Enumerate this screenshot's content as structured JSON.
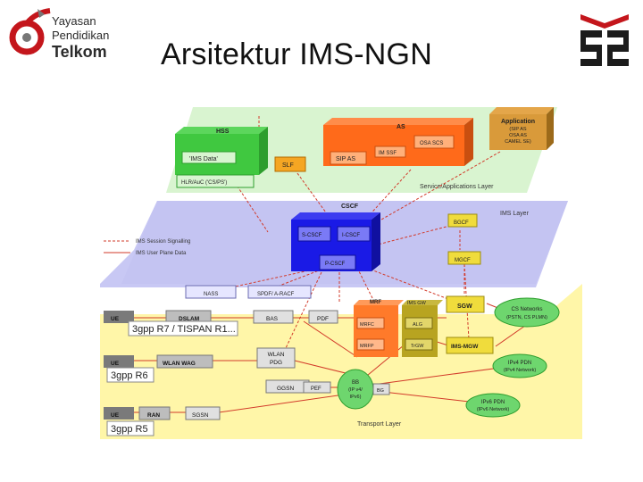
{
  "header": {
    "title": "Arsitektur IMS-NGN",
    "logo_left_lines": [
      "Yayasan",
      "Pendidikan",
      "Telkom"
    ]
  },
  "diagram": {
    "layer_labels": {
      "service": "Service/Applications Layer",
      "ims": "IMS Layer",
      "transport": "Transport Layer"
    },
    "hss": "HSS",
    "hss_data": "'IMS Data'",
    "hlr": "HLR/AuC ('CS/PS')",
    "slf": "SLF",
    "as": "AS",
    "osa_scs": "OSA SCS",
    "im_ssf": "IM SSF",
    "sip_as": "SIP AS",
    "application": [
      "Application",
      "(SIP AS",
      "OSA AS",
      "CAMEL SE)"
    ],
    "cscf": "CSCF",
    "s_cscf": "S-CSCF",
    "i_cscf": "I-CSCF",
    "p_cscf": "P-CSCF",
    "bgcf": "BGCF",
    "mgcf": "MGCF",
    "legend": {
      "signalling": "IMS Session Signalling",
      "user_plane": "IMS User Plane Data"
    },
    "nass": "NASS",
    "spdf": "SPDF/ A-RACF",
    "mrf": "MRF",
    "mrfc": "MRFC",
    "mrfp": "MRFP",
    "ims_gw": "IMS GW",
    "alg": "ALG",
    "trgw": "TrGW",
    "sgw": "SGW",
    "ims_mgw": "IMS-MGW",
    "cs_networks": [
      "CS Networks",
      "(PSTN, CS PLMN)"
    ],
    "ipv4_pdn": [
      "IPv4 PDN",
      "(IPv4 Network)"
    ],
    "ipv6_pdn": [
      "IPv6 PDN",
      "(IPv6 Network)"
    ],
    "ue": "UE",
    "dslam": "DSLAM",
    "bas": "BAS",
    "pdf": "PDF",
    "gpp_r7": "3gpp R7 / TISPAN R1...",
    "wlan_wag": "WLAN WAG",
    "wlan_pdg": [
      "WLAN",
      "PDG"
    ],
    "gpp_r6": "3gpp R6",
    "ggsn": "GGSN",
    "pef": "PEF",
    "bb": [
      "BB",
      "(IP v4/",
      "IPv6)"
    ],
    "bg": "BG",
    "ran": "RAN",
    "sgsn": "SGSN",
    "gpp_r5": "3gpp R5"
  }
}
